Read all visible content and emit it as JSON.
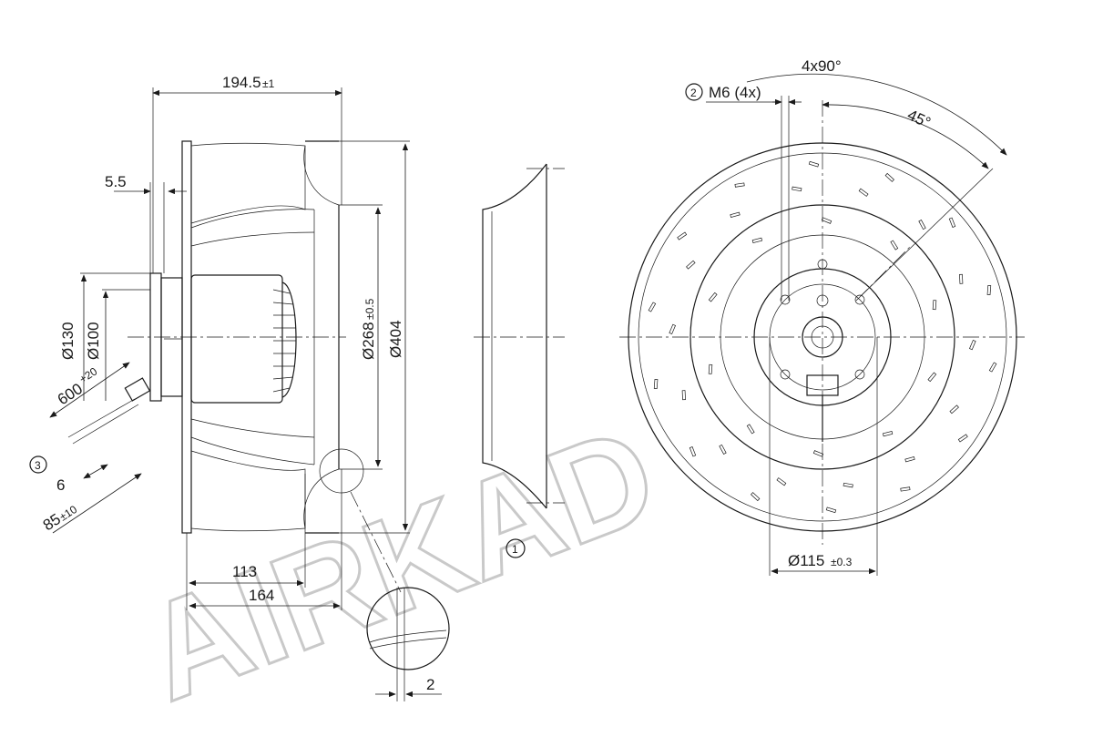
{
  "watermark": "AIRKAD",
  "dimensions": {
    "width_overall": "194.5",
    "width_overall_tol": "±1",
    "flange_offset": "5.5",
    "d130": "Ø130",
    "d100": "Ø100",
    "cable_length": "600",
    "cable_length_tol": "+20",
    "cable_end_6": "6",
    "cable_strip": "85",
    "cable_strip_tol": "±10",
    "depth_113": "113",
    "depth_164": "164",
    "d268": "Ø268",
    "d268_tol": "±0.5",
    "d404": "Ø404",
    "detail_2": "2",
    "bolt_pattern": "4x90°",
    "bolt_angle": "45°",
    "thread": "M6 (4x)",
    "d115": "Ø115",
    "d115_tol": "±0.3"
  },
  "callouts": {
    "c1": "1",
    "c2": "2",
    "c3": "3"
  }
}
